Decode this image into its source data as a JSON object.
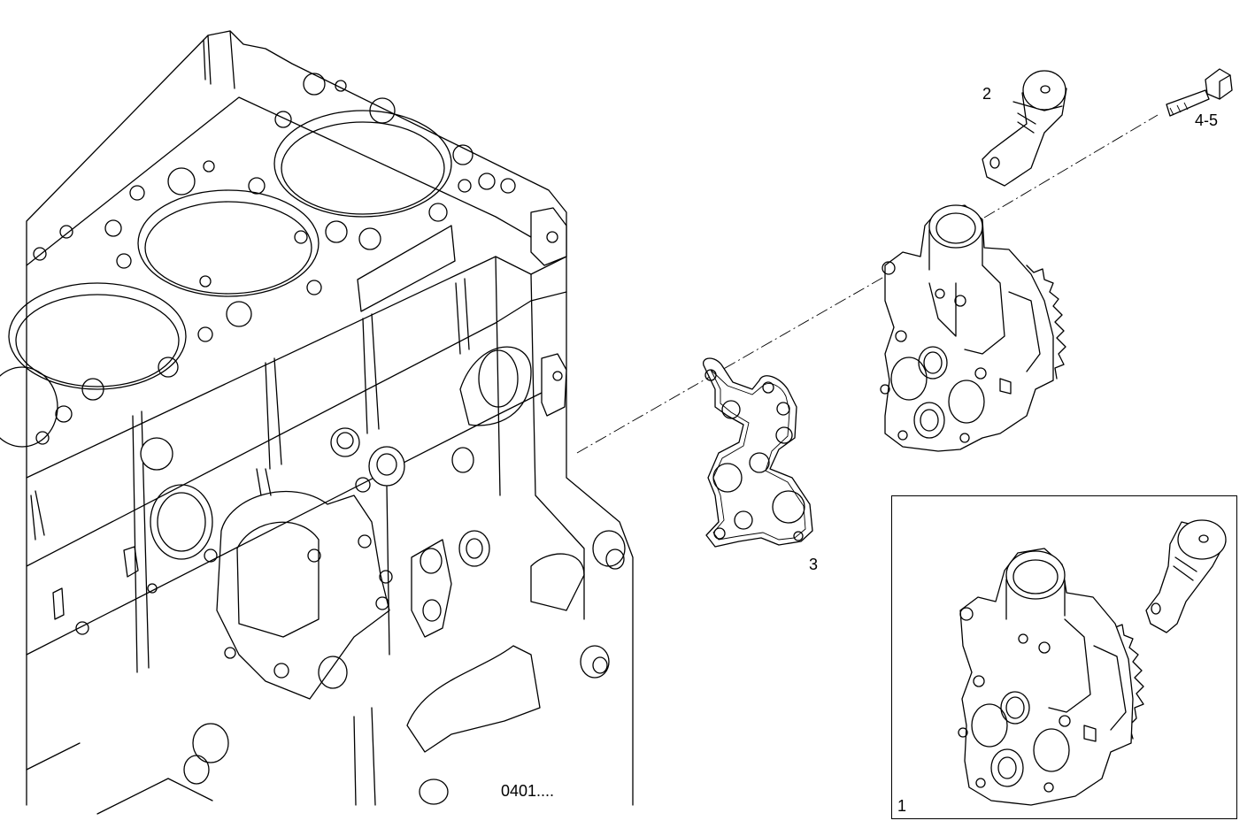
{
  "callouts": {
    "inset_assembly": "1",
    "fitting": "2",
    "gasket": "3",
    "bolt": "4-5"
  },
  "drawing_ref": "0401....",
  "colors": {
    "line": "#000000",
    "background": "#ffffff"
  }
}
